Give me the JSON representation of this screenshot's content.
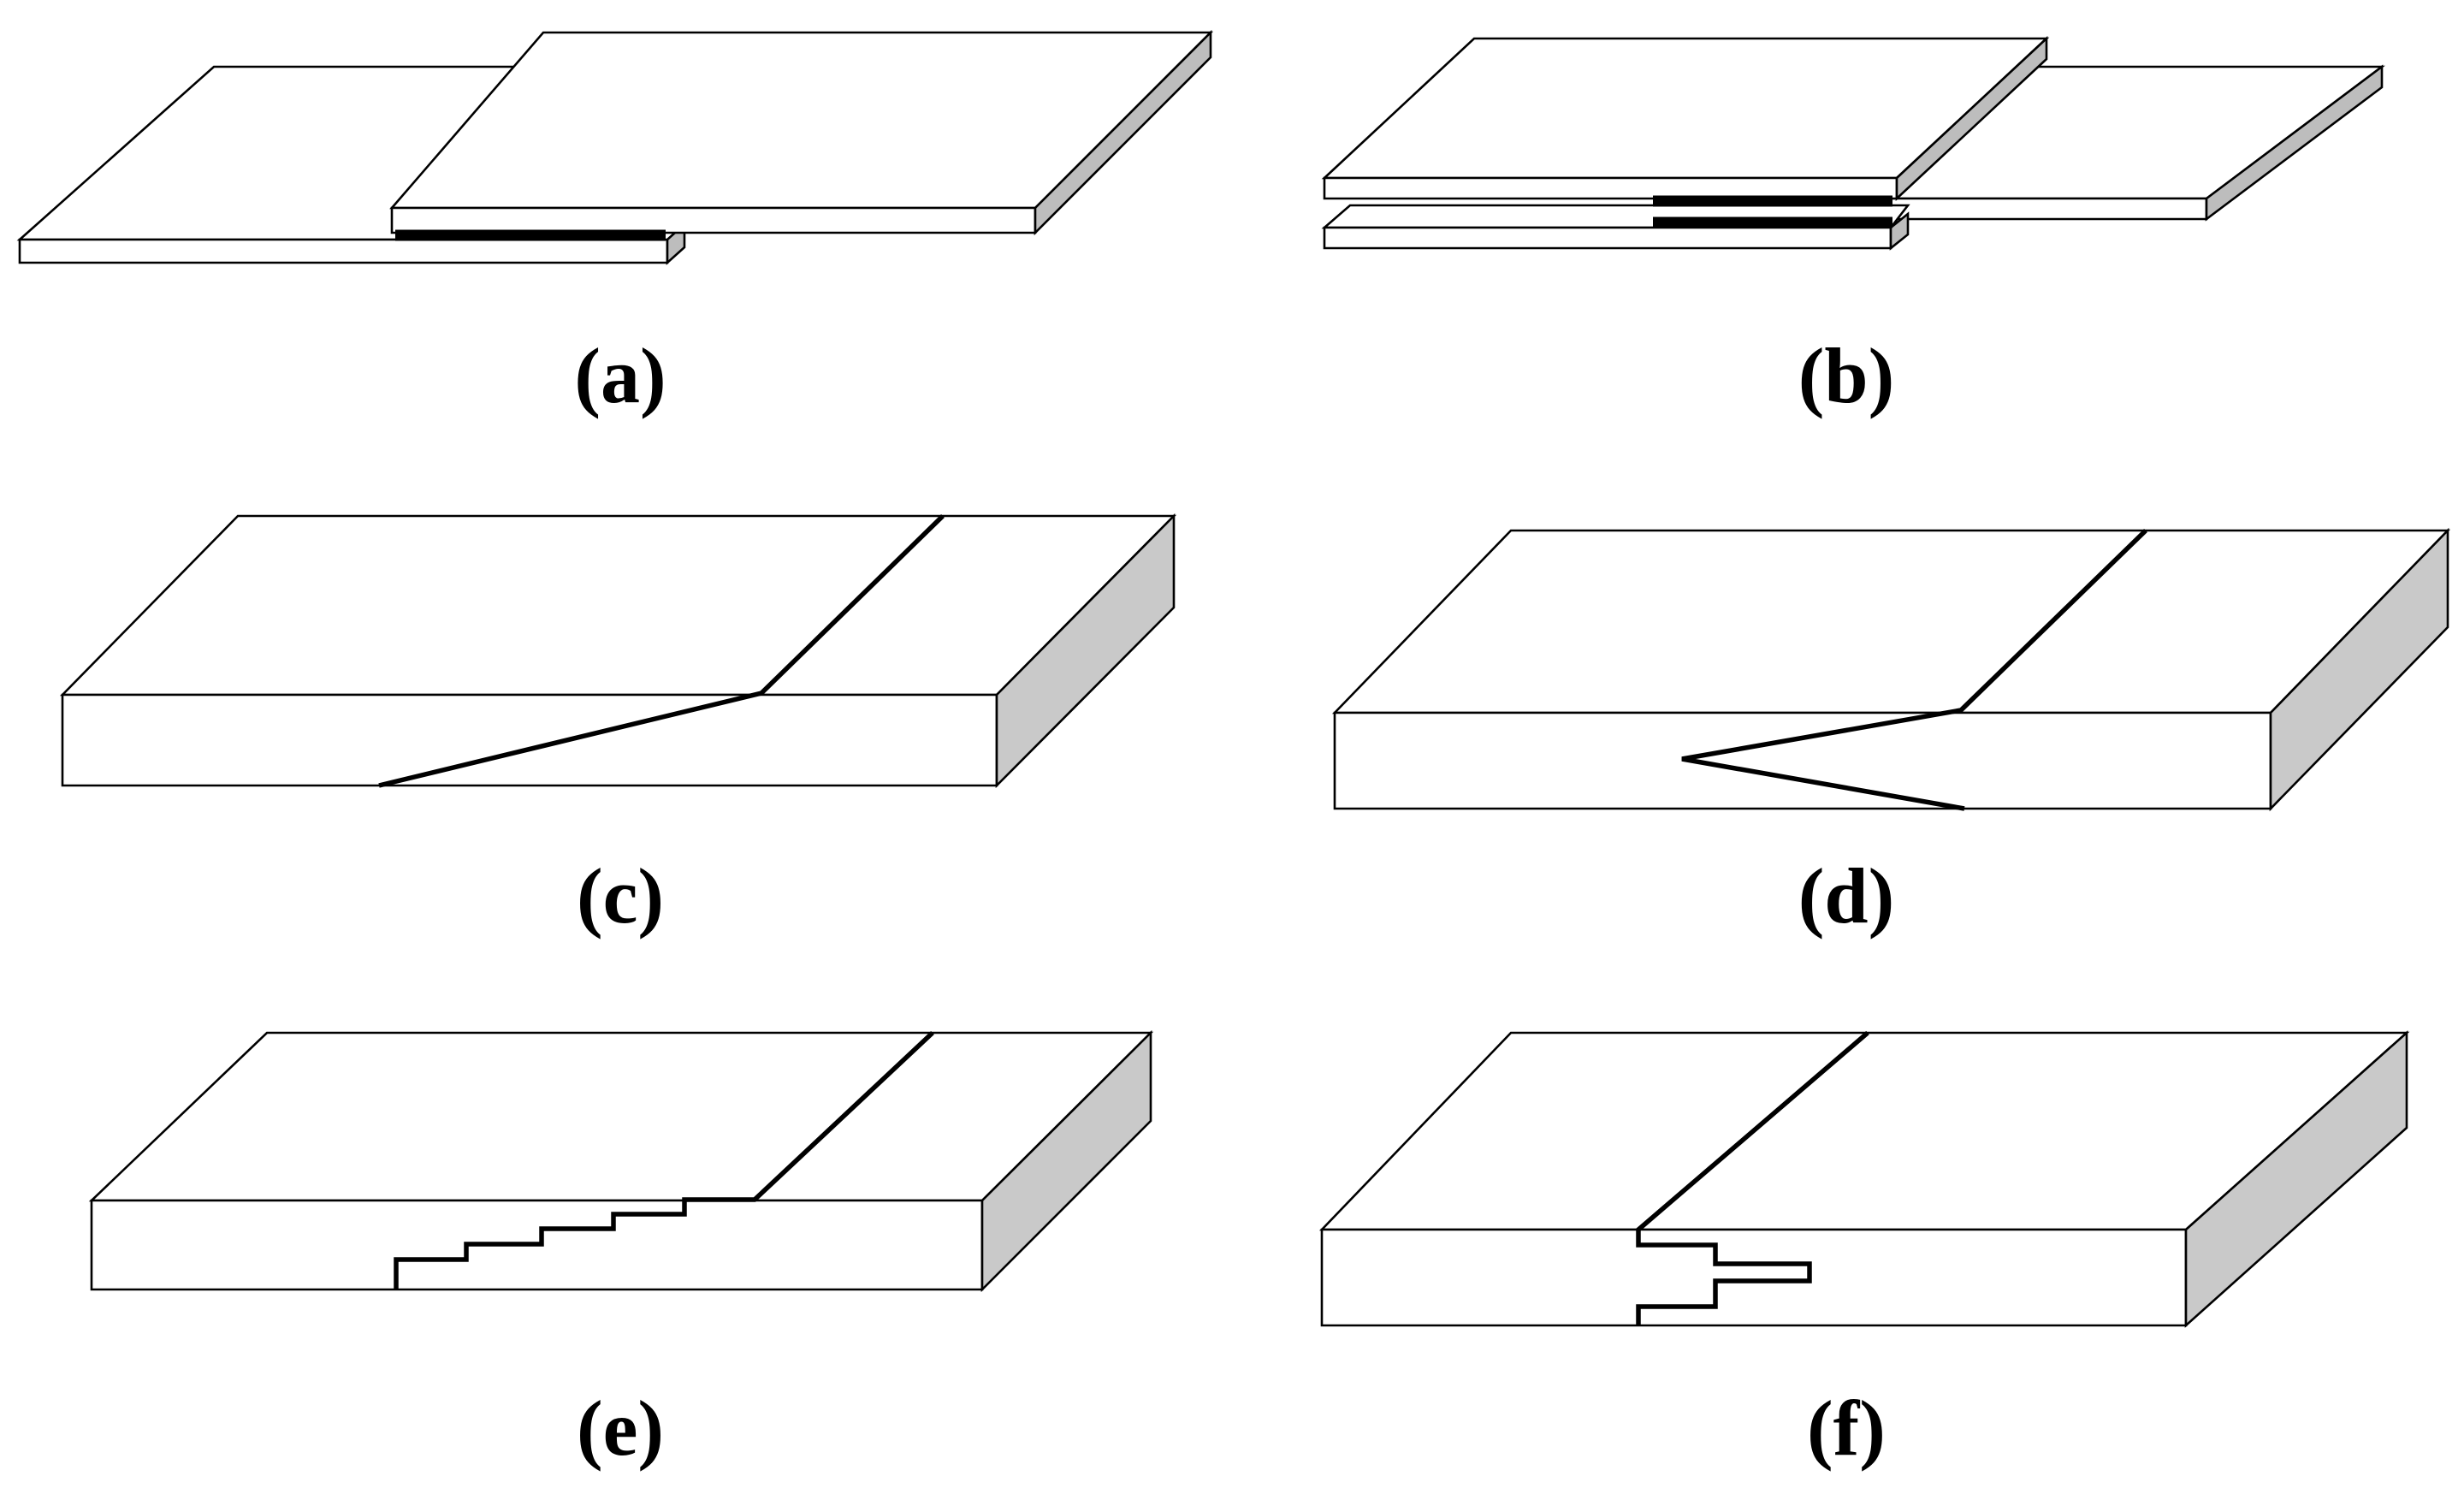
{
  "figure": {
    "panels": [
      {
        "id": "a",
        "label": "(a)"
      },
      {
        "id": "b",
        "label": "(b)"
      },
      {
        "id": "c",
        "label": "(c)"
      },
      {
        "id": "d",
        "label": "(d)"
      },
      {
        "id": "e",
        "label": "(e)"
      },
      {
        "id": "f",
        "label": "(f)"
      }
    ]
  }
}
